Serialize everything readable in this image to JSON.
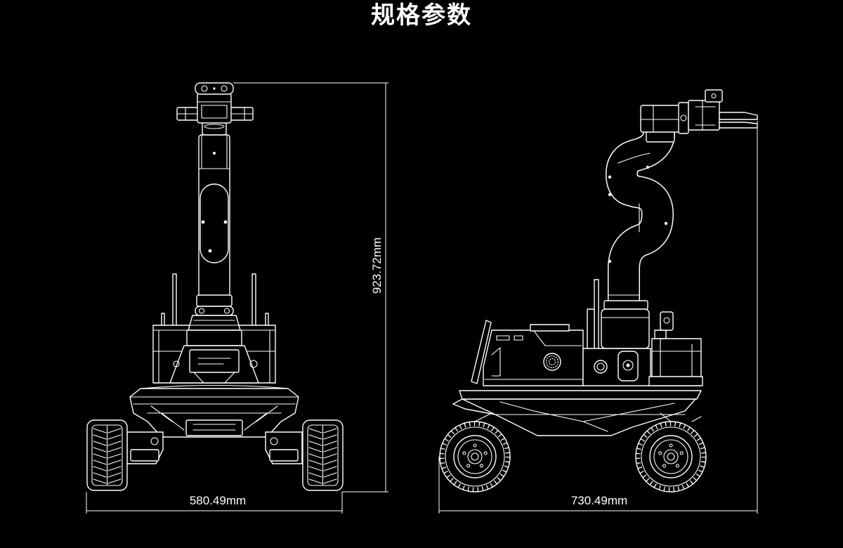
{
  "title": "规格参数",
  "dimensions": {
    "front_height": "923.72mm",
    "front_width": "580.49mm",
    "side_length": "730.49mm"
  },
  "colors": {
    "background": "#000000",
    "line": "#ffffff"
  }
}
